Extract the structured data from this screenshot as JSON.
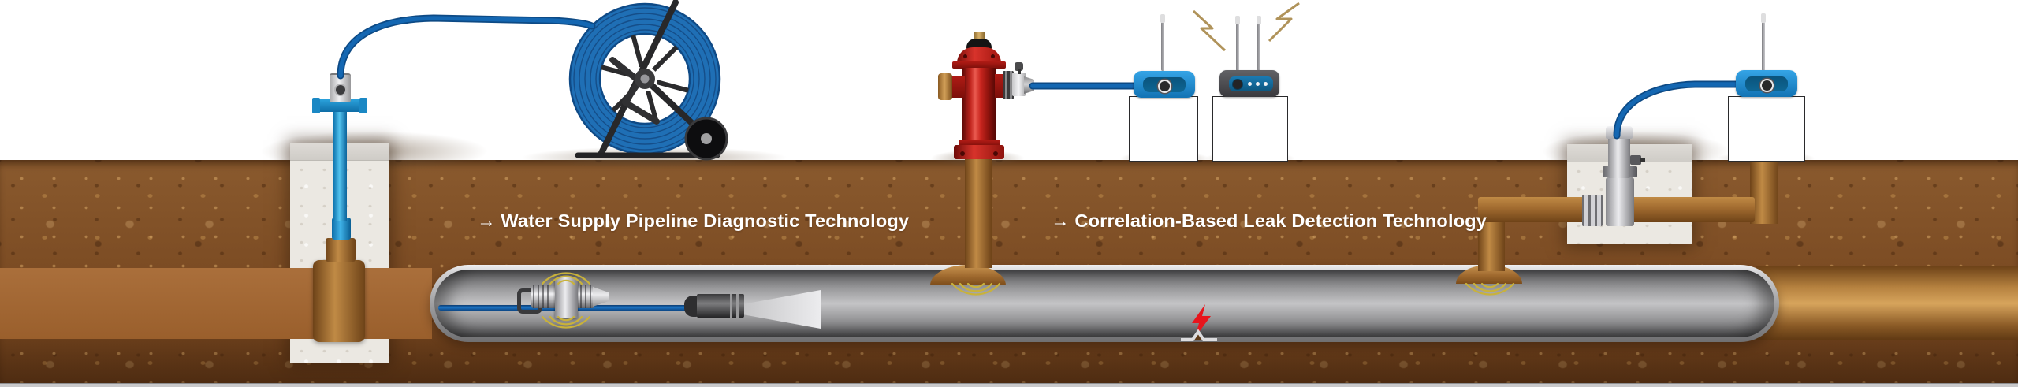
{
  "figure": {
    "labels": {
      "left": "→ Water Supply Pipeline Diagnostic Technology",
      "right": "→ Correlation-Based Leak Detection Technology"
    },
    "icons": {
      "arrow_right": "→",
      "acoustic_wave": "concentric arc waves",
      "leak": "red lightning bolt",
      "radio_signal": "zigzag flash"
    },
    "colors": {
      "cable_blue": "#1467b2",
      "tube_blue": "#2ea2dc",
      "logger_blue": "#1e8cd2",
      "logger_panel_blue": "#0b5880",
      "receiver_gray": "#48484c",
      "hydrant_red": "#c4221c",
      "brass": "#a06a2f",
      "pipe_gray": "#b9b9bb",
      "soil_brown": "#7c4b24",
      "concrete_gray": "#ebe8e2",
      "wave_yellow": "#c9b23a",
      "signal_tan": "#b0935a",
      "leak_red": "#e8151c",
      "coil_blue": "#1f6fb5"
    }
  }
}
